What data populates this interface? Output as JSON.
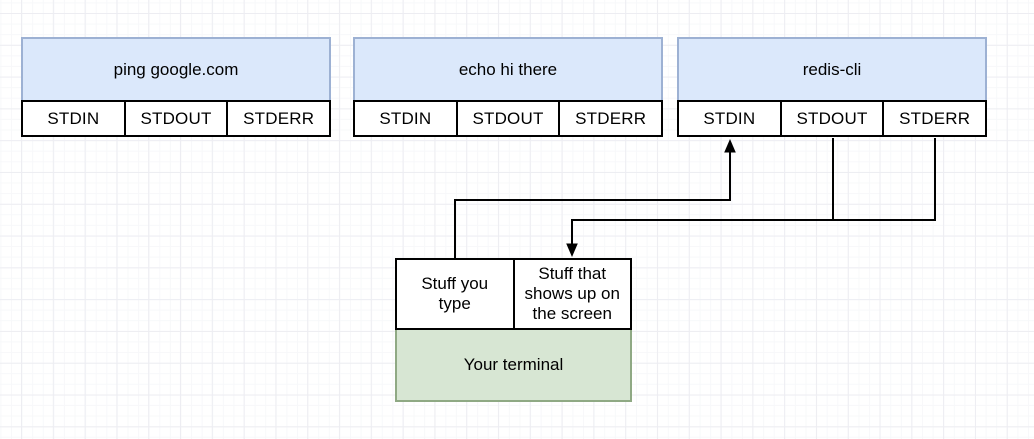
{
  "diagram": {
    "processes": [
      {
        "title": "ping google.com",
        "ports": [
          "STDIN",
          "STDOUT",
          "STDERR"
        ]
      },
      {
        "title": "echo hi there",
        "ports": [
          "STDIN",
          "STDOUT",
          "STDERR"
        ]
      },
      {
        "title": "redis-cli",
        "ports": [
          "STDIN",
          "STDOUT",
          "STDERR"
        ]
      }
    ],
    "terminal": {
      "input_label": "Stuff you type",
      "output_label": "Stuff that shows up on the screen",
      "title": "Your terminal"
    },
    "connections": [
      {
        "from": "terminal-input",
        "to": "redis-cli-stdin",
        "direction": "up"
      },
      {
        "from": "redis-cli-stdout",
        "to": "terminal-output",
        "direction": "down"
      },
      {
        "from": "redis-cli-stderr",
        "to": "terminal-output",
        "direction": "down"
      }
    ]
  },
  "colors": {
    "process_fill": "#dbe8fb",
    "process_border": "#9db1d3",
    "port_fill": "#ffffff",
    "terminal_fill": "#d7e6d3",
    "terminal_border": "#8fa984",
    "line_color": "#000000",
    "grid_major": "#ededf2",
    "grid_minor": "#f7f8fa"
  }
}
